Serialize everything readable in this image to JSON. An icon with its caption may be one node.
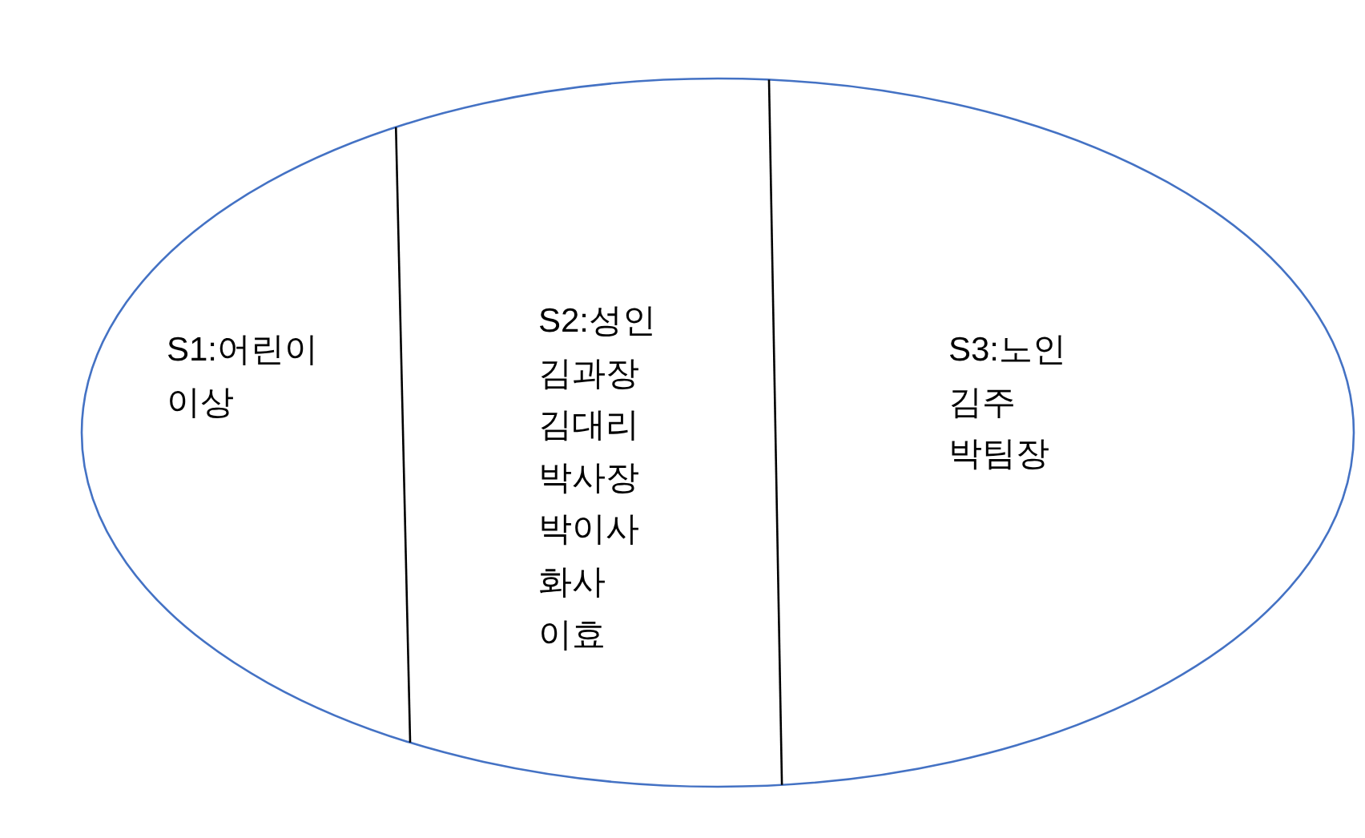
{
  "diagram": {
    "nodes": [
      {
        "text": [],
        "shape": "ellipse"
      },
      {
        "text": [
          "S1:어린이",
          "이상"
        ],
        "in": 0
      },
      {
        "text": [
          "S2:성인",
          "김과장",
          "김대리",
          "박사장",
          "박이사",
          "화사",
          "이효"
        ],
        "in": 0
      },
      {
        "text": [
          "S3:노인",
          "김주",
          "박팀장"
        ],
        "in": 0
      }
    ]
  }
}
